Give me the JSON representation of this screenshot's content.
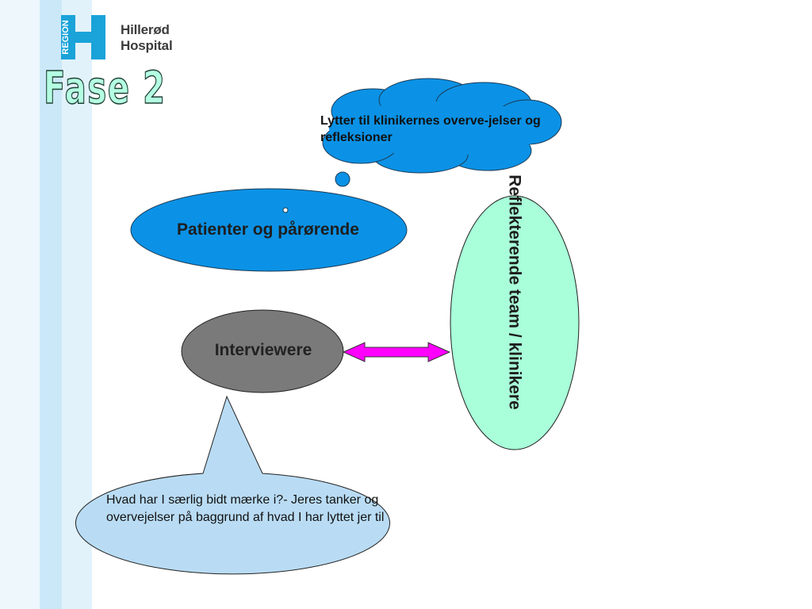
{
  "logo": {
    "region_text": "REGION",
    "name_line1": "Hillerød",
    "name_line2": "Hospital"
  },
  "slide": {
    "title": "Fase 2"
  },
  "nodes": {
    "thought_cloud": "Lytter til klinikernes overve-jelser og refleksioner",
    "patients": "Patienter og pårørende",
    "interviewers": "Interviewere",
    "reflecting_team": "Reflekterende team / klinikere",
    "speech_bubble": "Hvad har I særlig bidt mærke i?- Jeres tanker og overvejelser på baggrund af hvad I har lyttet jer til"
  },
  "colors": {
    "brand_blue": "#1aa3d9",
    "node_blue": "#0b92e6",
    "node_gray": "#7a7a7a",
    "node_mint": "#a8ffd9",
    "speech_blue": "#b9dcf4",
    "arrow_magenta": "#ff00ff",
    "stripe_light": "#eaf6fc",
    "stripe_mid": "#cde9f8"
  }
}
